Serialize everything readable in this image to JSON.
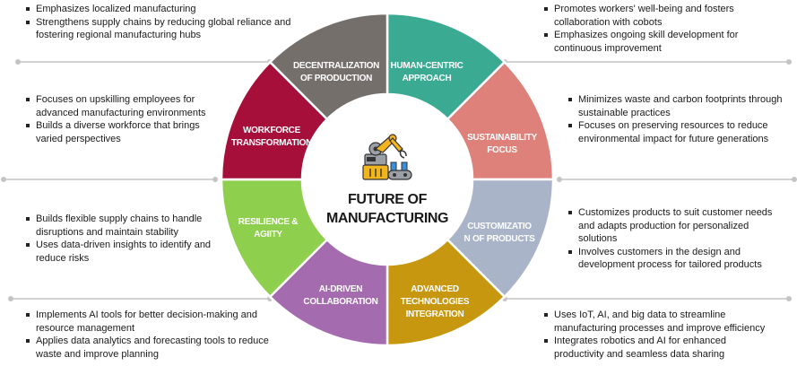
{
  "center": {
    "title_line1": "FUTURE OF",
    "title_line2": "MANUFACTURING",
    "icon": "robot-arm-icon"
  },
  "segments": [
    {
      "id": "human-centric",
      "label": "HUMAN-CENTRIC\nAPPROACH",
      "color": "#3aaa92"
    },
    {
      "id": "sustainability",
      "label": "SUSTAINABILITY\nFOCUS",
      "color": "#dd817a"
    },
    {
      "id": "customization",
      "label": "CUSTOMIZATIO\nN OF PRODUCTS",
      "color": "#a9b4c8"
    },
    {
      "id": "advanced-tech",
      "label": "ADVANCED\nTECHNOLOGIES\nINTEGRATION",
      "color": "#c7970f"
    },
    {
      "id": "ai-collab",
      "label": "AI-DRIVEN\nCOLLABORATION",
      "color": "#a46bae"
    },
    {
      "id": "resilience",
      "label": "RESILIENCE &\nAGIITY",
      "color": "#8fcf4e"
    },
    {
      "id": "workforce",
      "label": "WORKFORCE\nTRANSFORMATION",
      "color": "#a50f3a"
    },
    {
      "id": "decentralization",
      "label": "DECENTRALIZATION\nOF PRODUCTION",
      "color": "#756f6c"
    }
  ],
  "descriptions": {
    "decentralization": [
      "Emphasizes localized manufacturing",
      "Strengthens supply chains by reducing global reliance and fostering regional manufacturing hubs"
    ],
    "workforce": [
      "Focuses on upskilling employees for advanced manufacturing environments",
      "Builds a diverse workforce that brings varied perspectives"
    ],
    "resilience": [
      "Builds flexible supply chains to handle disruptions and maintain stability",
      "Uses data-driven insights to identify and reduce risks"
    ],
    "ai_collab": [
      "Implements AI tools for better decision-making and resource management",
      "Applies data analytics and forecasting tools to reduce waste and improve planning"
    ],
    "human_centric": [
      "Promotes workers' well-being and fosters collaboration with cobots",
      "Emphasizes ongoing skill development for continuous improvement"
    ],
    "sustainability": [
      "Minimizes waste and carbon footprints through sustainable practices",
      "Focuses on preserving resources to reduce environmental impact for future generations"
    ],
    "customization": [
      "Customizes products to suit customer needs and adapts production for personalized solutions",
      "Involves customers in the design and development process for tailored products"
    ],
    "advanced_tech": [
      "Uses IoT, AI, and big data to streamline manufacturing processes and improve efficiency",
      "Integrates robotics and AI for enhanced productivity and seamless data sharing"
    ]
  }
}
